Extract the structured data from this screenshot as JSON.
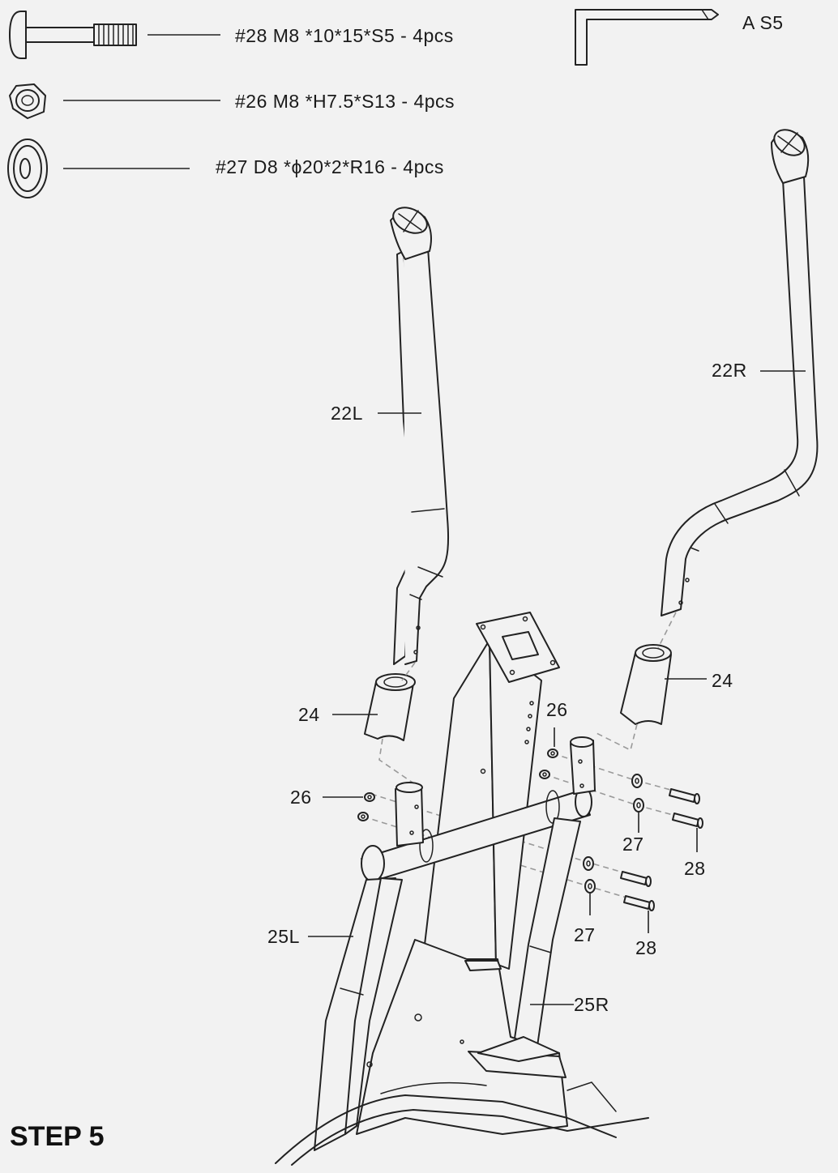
{
  "hardware": [
    {
      "id": "bolt",
      "icon": "bolt-icon",
      "text": "#28 M8 *10*15*S5 - 4pcs"
    },
    {
      "id": "nut",
      "icon": "nut-icon",
      "text": "#26 M8 *H7.5*S13 - 4pcs"
    },
    {
      "id": "washer",
      "icon": "washer-icon",
      "text": "#27 D8 *ϕ20*2*R16 - 4pcs"
    }
  ],
  "tool": {
    "icon": "hex-key-icon",
    "text": "A S5"
  },
  "parts": {
    "handlebar_left": "22L",
    "handlebar_right": "22R",
    "sleeve_left": "24",
    "sleeve_right": "24",
    "nut_left": "26",
    "nut_right": "26",
    "washer_upper": "27",
    "washer_lower": "27",
    "bolt_upper": "28",
    "bolt_lower": "28",
    "lower_arm_left": "25L",
    "lower_arm_right": "25R"
  },
  "step": "STEP 5"
}
